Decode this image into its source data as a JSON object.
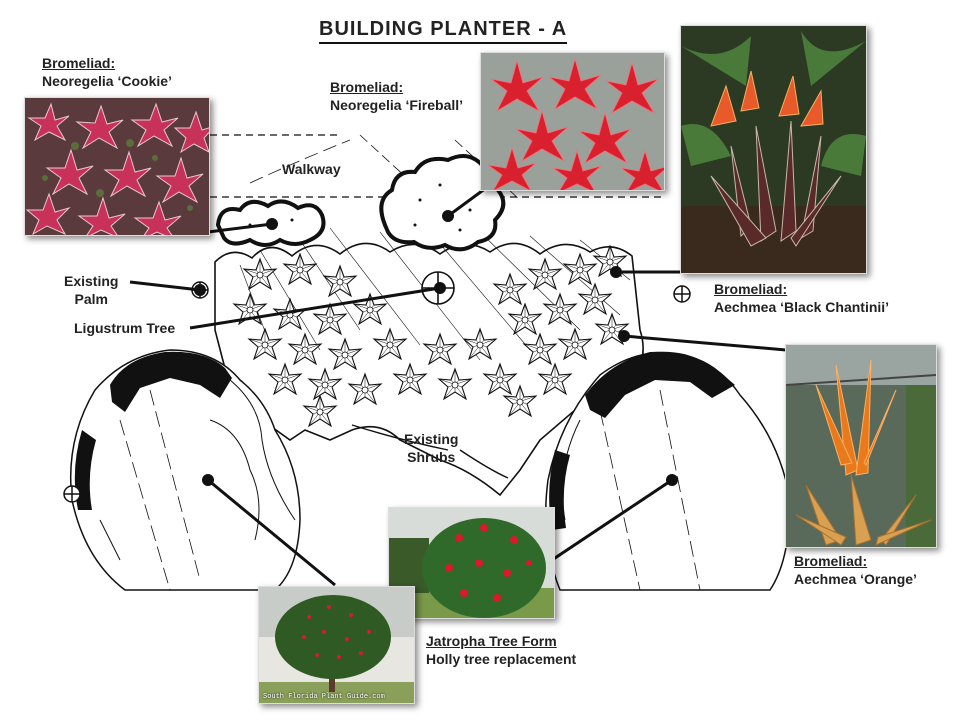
{
  "title": "BUILDING PLANTER - A",
  "labels": {
    "cookie": {
      "heading": "Bromeliad:",
      "name": "Neoregelia ‘Cookie’"
    },
    "fireball": {
      "heading": "Bromeliad:",
      "name": "Neoregelia ‘Fireball’"
    },
    "walkway": "Walkway",
    "existing_palm": [
      "Existing",
      "Palm"
    ],
    "ligustrum": "Ligustrum Tree",
    "black_chantinii": {
      "heading": "Bromeliad:",
      "name": "Aechmea ‘Black Chantinii’"
    },
    "existing_shrubs": [
      "Existing",
      "Shrubs"
    ],
    "orange": {
      "heading": "Bromeliad:",
      "name": "Aechmea ‘Orange’"
    },
    "jatropha": {
      "heading": "Jatropha Tree Form",
      "name": "Holly tree replacement"
    }
  },
  "photo_watermark": "South Florida Plant Guide.com",
  "colors": {
    "ink": "#111111",
    "bromeliad_pink": "#c8325a",
    "fireball_red": "#d8202e",
    "foliage_green": "#2f6a2a",
    "orange_bloom": "#e87a1c"
  }
}
